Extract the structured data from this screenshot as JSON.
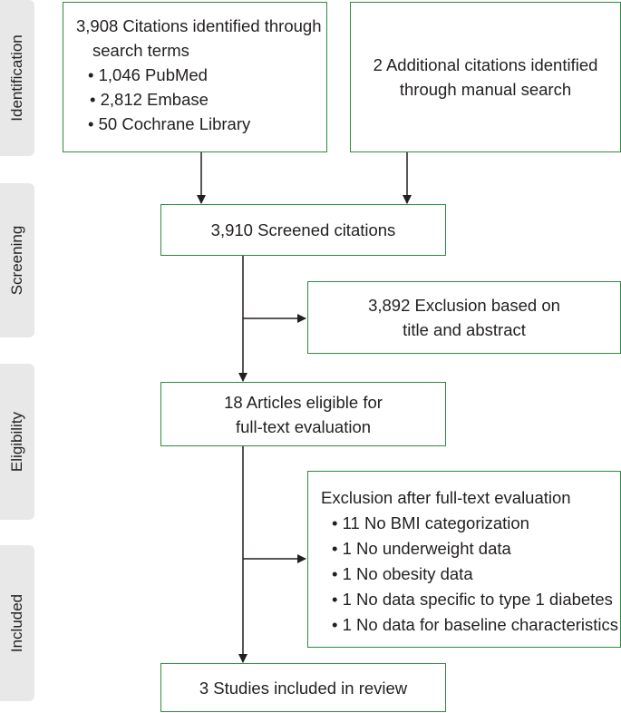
{
  "stages": {
    "identification": "Identification",
    "screening": "Screening",
    "eligibility": "Eligibility",
    "included": "Included"
  },
  "boxes": {
    "database_search": {
      "line1": "3,908 Citations identified through",
      "line2": "search terms",
      "items": [
        "1,046 PubMed",
        "2,812 Embase",
        "50 Cochrane Library"
      ]
    },
    "manual_search": {
      "line1": "2 Additional citations identified",
      "line2": "through manual search"
    },
    "screened": {
      "line1": "3,910 Screened citations"
    },
    "excluded_title_abstract": {
      "line1": "3,892 Exclusion based on",
      "line2": "title and abstract"
    },
    "eligible": {
      "line1": "18 Articles eligible for",
      "line2": "full-text evaluation"
    },
    "excluded_fulltext": {
      "heading": "Exclusion after full-text evaluation",
      "items": [
        "11 No BMI categorization",
        "1 No underweight data",
        "1 No obesity data",
        "1 No data specific to type 1 diabetes",
        "1 No data for baseline characteristics"
      ]
    },
    "included": {
      "line1": "3 Studies included in review"
    }
  },
  "colors": {
    "box_border": "#2e8b3e",
    "stage_fill": "#e8e8e8",
    "arrow": "#231f20"
  }
}
